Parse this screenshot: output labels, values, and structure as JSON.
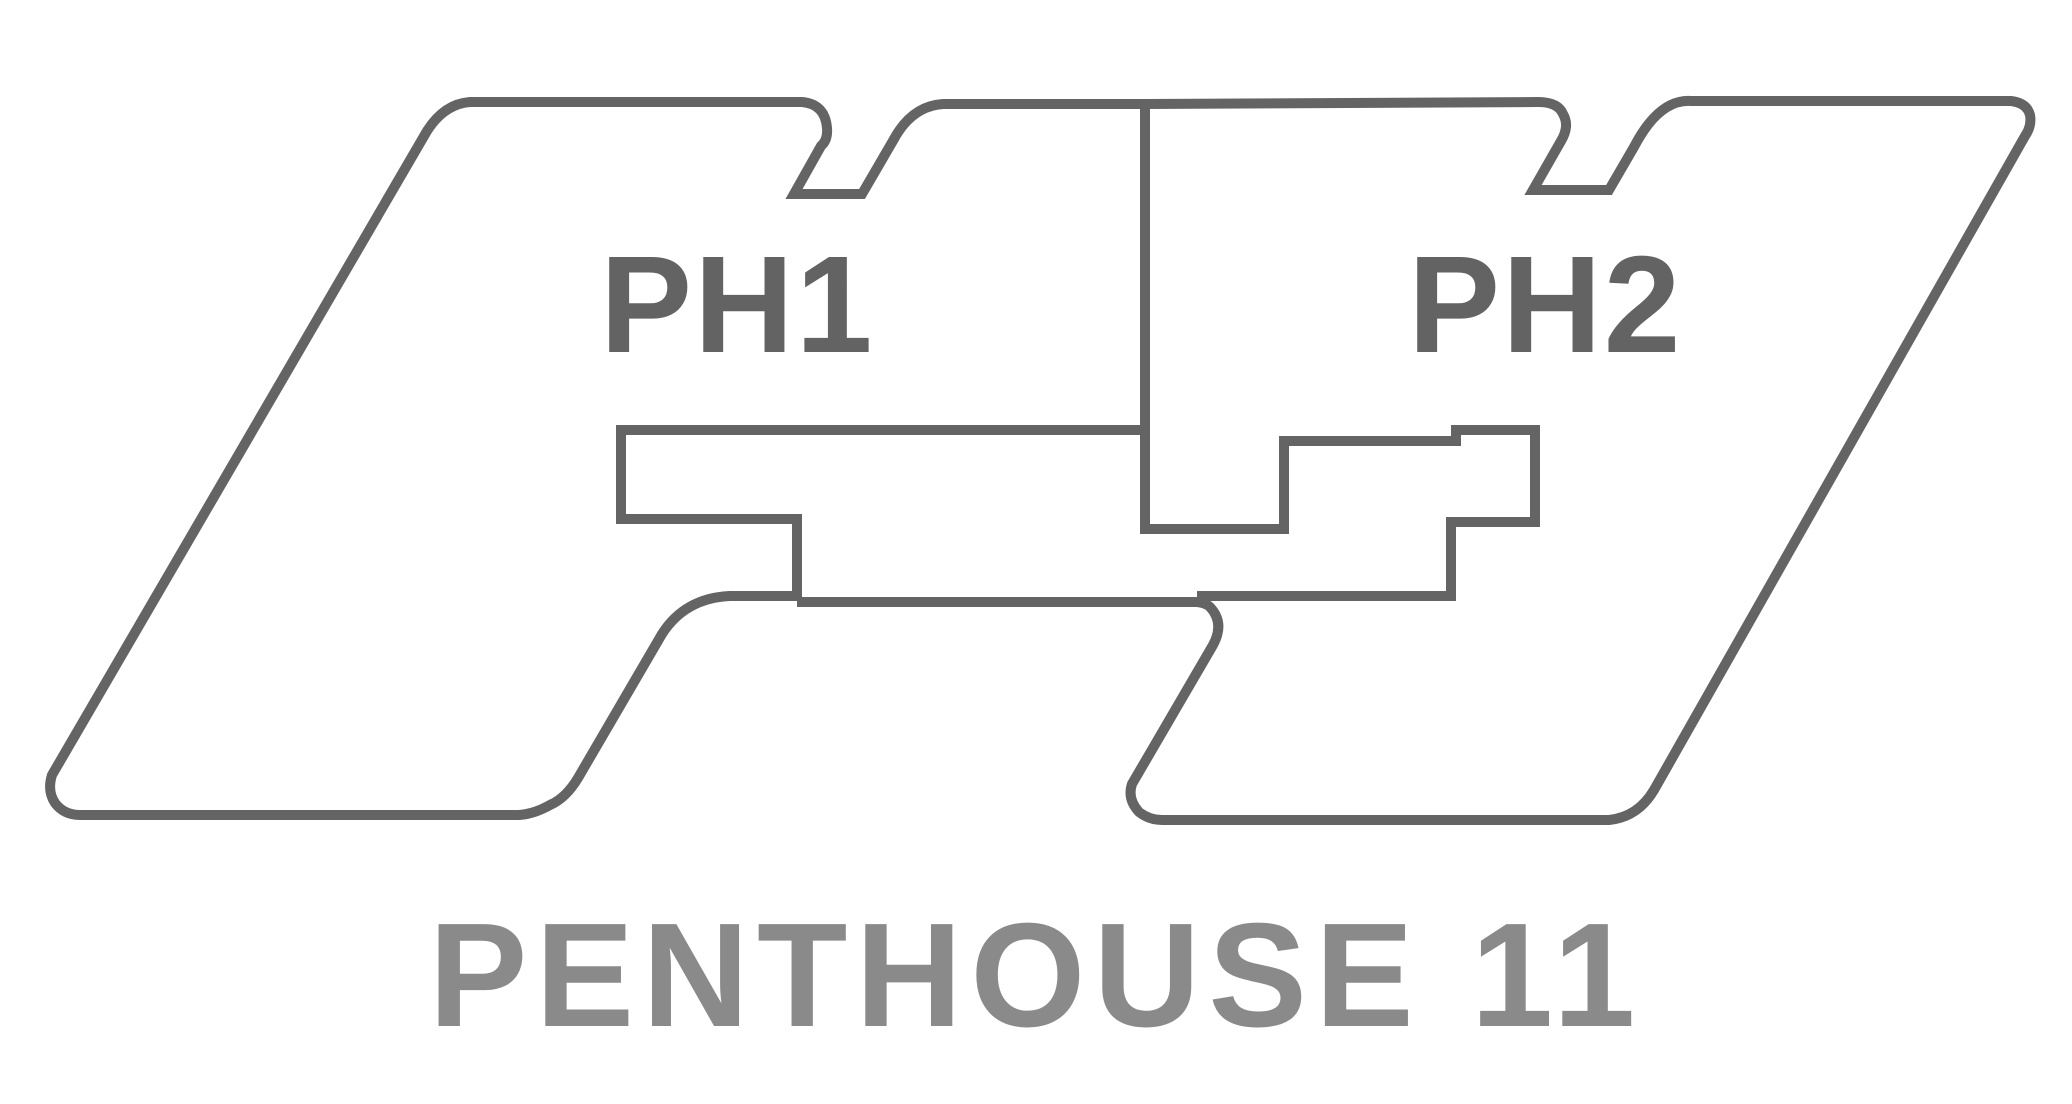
{
  "plan": {
    "units": [
      {
        "id": "ph1",
        "label": "PH1"
      },
      {
        "id": "ph2",
        "label": "PH2"
      }
    ],
    "title": "PENTHOUSE 11"
  },
  "colors": {
    "outline": "#646464",
    "unit_label": "#636363",
    "title": "#8a8a8a",
    "background": "#ffffff"
  }
}
